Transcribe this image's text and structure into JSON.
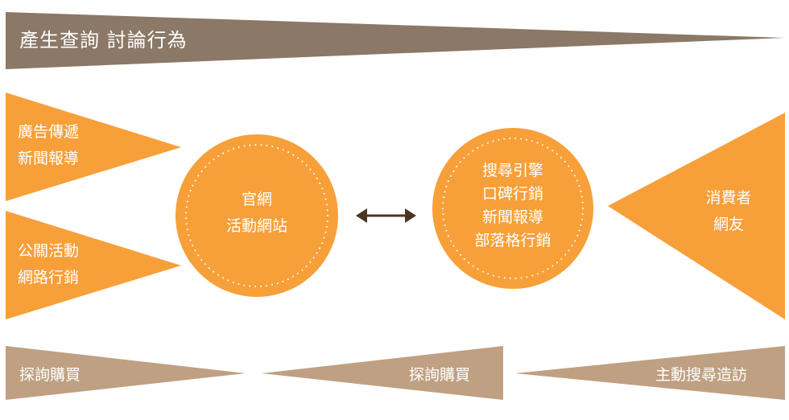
{
  "banner": {
    "title": "產生查詢  討論行為",
    "color": "#8b7866"
  },
  "left_top_triangle": {
    "lines": [
      "廣告傳遞",
      "新聞報導"
    ]
  },
  "left_bottom_triangle": {
    "lines": [
      "公關活動",
      "網路行銷"
    ]
  },
  "circle_left": {
    "lines": [
      "官網",
      "活動網站"
    ]
  },
  "circle_right": {
    "lines": [
      "搜尋引擎",
      "口碑行銷",
      "新聞報導",
      "部落格行銷"
    ]
  },
  "right_triangle": {
    "lines": [
      "消費者",
      "網友"
    ]
  },
  "bottom": {
    "left": "探詢購買",
    "middle": "探詢購買",
    "right": "主動搜尋造訪"
  },
  "colors": {
    "orange": "#f7a03a",
    "brown_light": "#bfa082",
    "brown_dark": "#8b7866",
    "arrow": "#4a3620"
  },
  "icons": {
    "connector": "double-arrow-icon"
  }
}
